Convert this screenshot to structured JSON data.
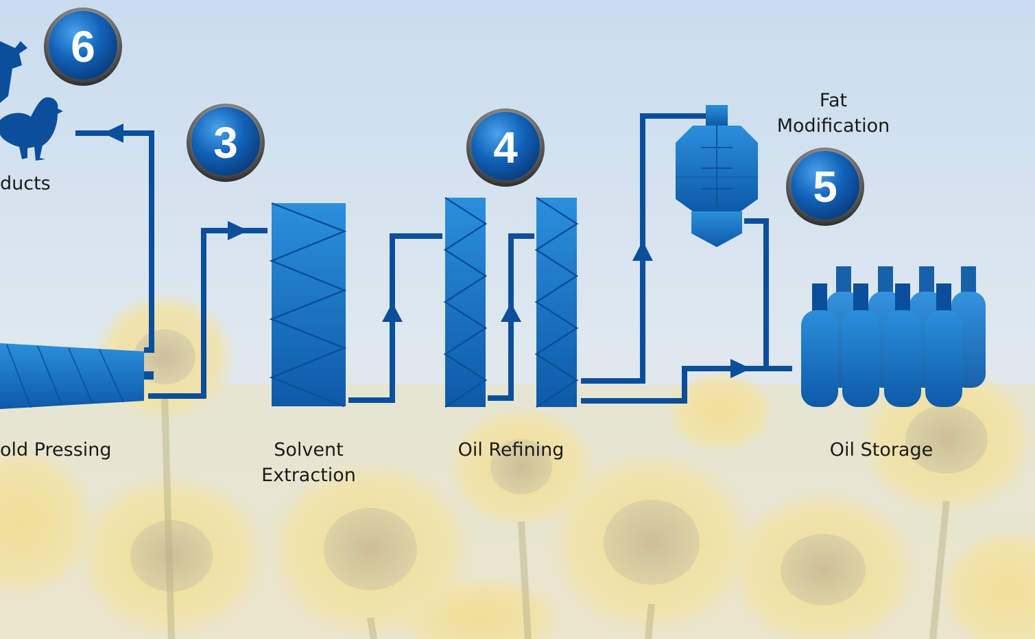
{
  "labels": {
    "byproducts": "ducts",
    "cold_pressing": "old Pressing",
    "solvent_extraction_line1": "Solvent",
    "solvent_extraction_line2": "Extraction",
    "oil_refining": "Oil Refining",
    "fat_modification_line1": "Fat",
    "fat_modification_line2": "Modification",
    "oil_storage": "Oil Storage"
  },
  "badges": {
    "b6": "6",
    "b3": "3",
    "b4": "4",
    "b5": "5"
  },
  "colors": {
    "pipe": "#0b4f9c",
    "equipment_light": "#2a8ad6",
    "equipment_dark": "#0b4f9c",
    "sky_top": "#c9dcef",
    "sky_bottom": "#e9eef0",
    "sunflower_yellow": "#f1d98a",
    "badge_blue": "#1565c0",
    "label_text": "#1a1a1a"
  }
}
